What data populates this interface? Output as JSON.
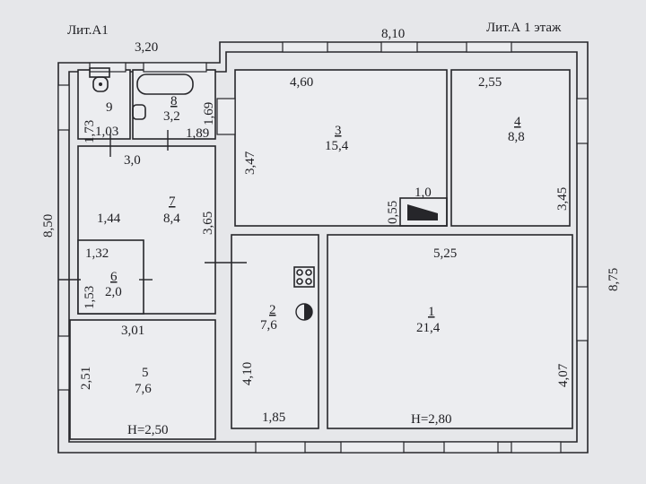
{
  "titles": {
    "left": "Лит.А1",
    "right": "Лит.А 1 этаж"
  },
  "overall": {
    "top_a1": "3,20",
    "top_a": "8,10",
    "left": "8,50",
    "right": "8,75"
  },
  "rooms": [
    {
      "num": "1",
      "area": "21,4",
      "dims": [
        "5,25",
        "4,07"
      ],
      "height": "H=2,80"
    },
    {
      "num": "2",
      "area": "7,6",
      "dims": [
        "4,10",
        "1,85"
      ]
    },
    {
      "num": "3",
      "area": "15,4",
      "dims": [
        "4,60",
        "3,47"
      ]
    },
    {
      "num": "4",
      "area": "8,8",
      "dims": [
        "2,55",
        "3,45"
      ]
    },
    {
      "num": "5",
      "area": "7,6",
      "dims": [
        "3,01",
        "2,51"
      ],
      "height": "H=2,50"
    },
    {
      "num": "6",
      "area": "2,0",
      "dims": [
        "1,32",
        "1,53"
      ]
    },
    {
      "num": "7",
      "area": "8,4",
      "dims": [
        "3,0",
        "1,44",
        "3,65"
      ]
    },
    {
      "num": "8",
      "area": "3,2",
      "dims": [
        "1,69",
        "1,89"
      ]
    },
    {
      "num": "9",
      "area": "",
      "dims": [
        "1,73",
        "1,03"
      ]
    }
  ],
  "stove": {
    "w": "1,0",
    "h": "0,55"
  }
}
